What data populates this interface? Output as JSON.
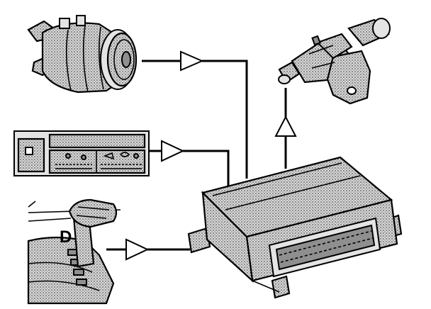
{
  "gear_indicator": "D",
  "colors": {
    "line": "#000000",
    "shading": "#c9c9c9",
    "background": "#ffffff"
  },
  "diagram": {
    "inputs": [
      {
        "icon": "ac-compressor-icon"
      },
      {
        "icon": "climate-control-panel-icon"
      },
      {
        "icon": "gear-selector-icon"
      }
    ],
    "central_unit": {
      "icon": "ecu-control-module-icon"
    },
    "output": {
      "icon": "idle-air-valve-icon"
    },
    "connectors": [
      {
        "icon": "amplifier-triangle-icon",
        "direction": "right"
      },
      {
        "icon": "amplifier-triangle-icon",
        "direction": "right"
      },
      {
        "icon": "amplifier-triangle-icon",
        "direction": "right"
      },
      {
        "icon": "amplifier-triangle-icon",
        "direction": "up"
      }
    ]
  }
}
